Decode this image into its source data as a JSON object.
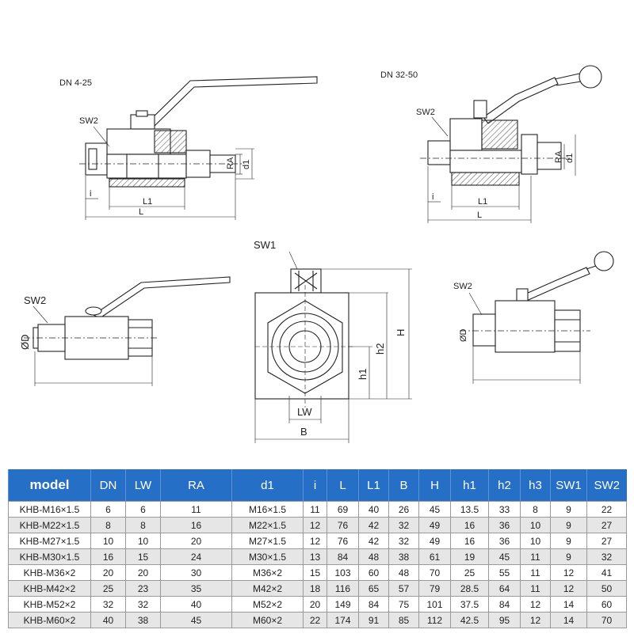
{
  "drawings": {
    "view1": {
      "title": "DN 4-25",
      "labels": {
        "sw2": "SW2",
        "ra": "RA",
        "d1": "d1",
        "i": "i",
        "l1": "L1",
        "l": "L"
      }
    },
    "view2": {
      "title": "DN 32-50",
      "labels": {
        "sw2": "SW2",
        "ra": "RA",
        "d1": "d1",
        "i": "i",
        "l1": "L1",
        "l": "L"
      }
    },
    "view3": {
      "labels": {
        "sw2": "SW2",
        "od": "ØD"
      }
    },
    "view4": {
      "labels": {
        "sw1": "SW1",
        "h": "H",
        "h2": "h2",
        "h1": "h1",
        "lw": "LW",
        "b": "B"
      }
    },
    "view5": {
      "labels": {
        "sw2": "SW2",
        "od": "ØD"
      }
    }
  },
  "table": {
    "headers": [
      "model",
      "DN",
      "LW",
      "RA",
      "d1",
      "i",
      "L",
      "L1",
      "B",
      "H",
      "h1",
      "h2",
      "h3",
      "SW1",
      "SW2"
    ],
    "rows": [
      [
        "KHB-M16×1.5",
        "6",
        "6",
        "11",
        "M16×1.5",
        "11",
        "69",
        "40",
        "26",
        "45",
        "13.5",
        "33",
        "8",
        "9",
        "22"
      ],
      [
        "KHB-M22×1.5",
        "8",
        "8",
        "16",
        "M22×1.5",
        "12",
        "76",
        "42",
        "32",
        "49",
        "16",
        "36",
        "10",
        "9",
        "27"
      ],
      [
        "KHB-M27×1.5",
        "10",
        "10",
        "20",
        "M27×1.5",
        "12",
        "76",
        "42",
        "32",
        "49",
        "16",
        "36",
        "10",
        "9",
        "27"
      ],
      [
        "KHB-M30×1.5",
        "16",
        "15",
        "24",
        "M30×1.5",
        "13",
        "84",
        "48",
        "38",
        "61",
        "19",
        "45",
        "11",
        "9",
        "32"
      ],
      [
        "KHB-M36×2",
        "20",
        "20",
        "30",
        "M36×2",
        "15",
        "103",
        "60",
        "48",
        "70",
        "25",
        "55",
        "11",
        "12",
        "41"
      ],
      [
        "KHB-M42×2",
        "25",
        "23",
        "35",
        "M42×2",
        "18",
        "116",
        "65",
        "57",
        "79",
        "28.5",
        "64",
        "11",
        "12",
        "50"
      ],
      [
        "KHB-M52×2",
        "32",
        "32",
        "40",
        "M52×2",
        "20",
        "149",
        "84",
        "75",
        "101",
        "37.5",
        "84",
        "12",
        "14",
        "60"
      ],
      [
        "KHB-M60×2",
        "40",
        "38",
        "45",
        "M60×2",
        "22",
        "174",
        "91",
        "85",
        "112",
        "42.5",
        "95",
        "12",
        "14",
        "70"
      ]
    ]
  }
}
